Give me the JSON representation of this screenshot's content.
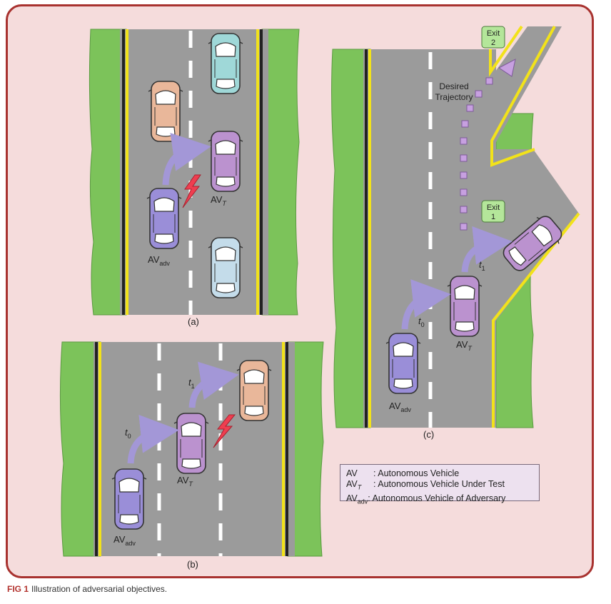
{
  "panels": {
    "a": {
      "label": "(a)",
      "av_adv": "AV",
      "av_adv_sub": "adv",
      "av_t": "AV",
      "av_t_sub": "T"
    },
    "b": {
      "label": "(b)",
      "av_adv": "AV",
      "av_adv_sub": "adv",
      "av_t": "AV",
      "av_t_sub": "T",
      "t0": "t",
      "t0_sub": "0",
      "t1": "t",
      "t1_sub": "1"
    },
    "c": {
      "label": "(c)",
      "av_adv": "AV",
      "av_adv_sub": "adv",
      "av_t": "AV",
      "av_t_sub": "T",
      "t0": "t",
      "t0_sub": "0",
      "t1": "t",
      "t1_sub": "1",
      "exit1_line1": "Exit",
      "exit1_line2": "1",
      "exit2_line1": "Exit",
      "exit2_line2": "2",
      "trajectory_line1": "Desired",
      "trajectory_line2": "Trajectory"
    }
  },
  "legend": {
    "row1_term": "AV",
    "row1_desc": ": Autonomous Vehicle",
    "row2_term": "AV",
    "row2_sub": "T",
    "row2_desc": ": Autonomous Vehicle Under Test",
    "row3_term": "AV",
    "row3_sub": "adv",
    "row3_desc": ": Autonomous Vehicle of Adversary"
  },
  "caption": {
    "fig_label": "FIG 1",
    "text": "Illustration of adversarial objectives."
  },
  "colors": {
    "road": "#9b9b9b",
    "grass": "#7cc35a",
    "frame": "#a8322f",
    "yellow": "#f2e21a",
    "car_violet": "#9a8ed8",
    "car_purple": "#bb92cf",
    "car_cyan": "#9fd8d8",
    "car_lightblue": "#c4dcea",
    "car_peach": "#e9b79a",
    "arrow": "#a397d7",
    "bolt": "#ef3e50"
  }
}
